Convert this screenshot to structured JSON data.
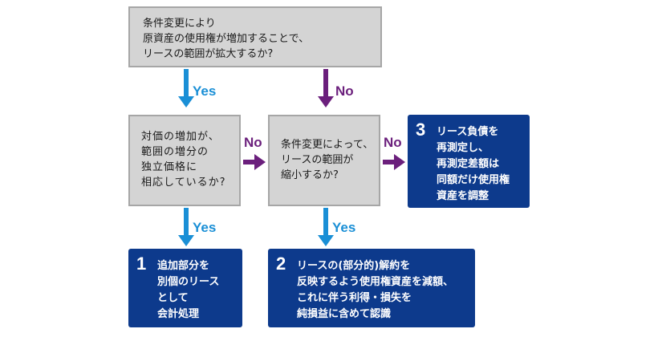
{
  "colors": {
    "yes": "#1a8fd6",
    "no": "#6b1f7c",
    "result": "#0d3a8c",
    "question": "#d4d4d4"
  },
  "questions": {
    "q1": "条件変更により\n原資産の使用権が増加することで、\nリースの範囲が拡大するか?",
    "q2": "対価の増加が、\n範囲の増分の\n独立価格に\n相応しているか?",
    "q3": "条件変更によって、\nリースの範囲が\n縮小するか?"
  },
  "labels": {
    "yes": "Yes",
    "no": "No"
  },
  "results": [
    {
      "number": "1",
      "text": "追加部分を\n別個のリース\nとして\n会計処理"
    },
    {
      "number": "2",
      "text": "リースの(部分的)解約を\n反映するよう使用権資産を減額、\nこれに伴う利得・損失を\n純損益に含めて認識"
    },
    {
      "number": "3",
      "text": "リース負債を\n再測定し、\n再測定差額は\n同額だけ使用権\n資産を調整"
    }
  ]
}
